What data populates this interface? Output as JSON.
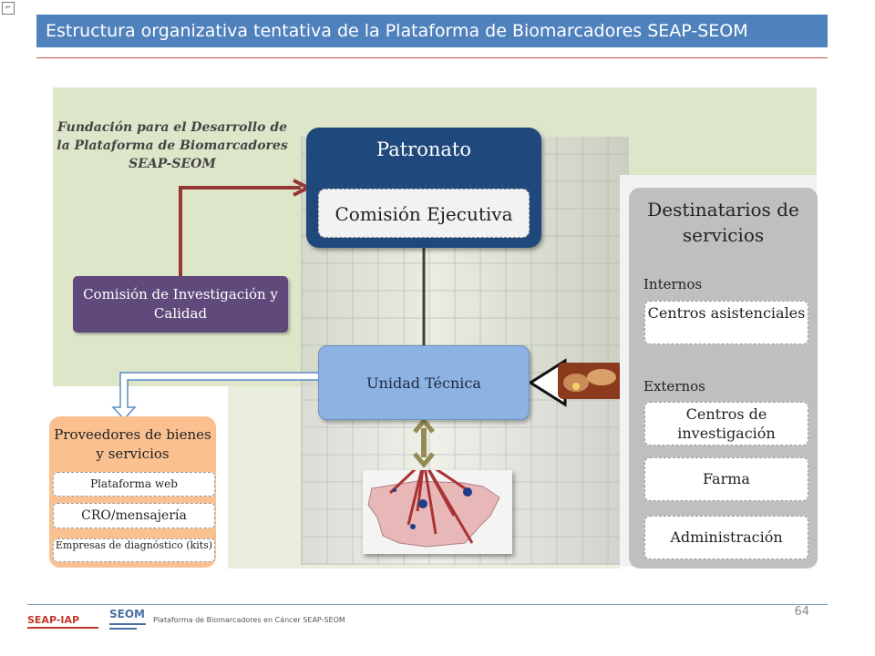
{
  "header": {
    "title": "Estructura organizativa tentativa de la Plataforma de Biomarcadores SEAP-SEOM",
    "corner_icon": "corner-bracket-icon"
  },
  "diagram": {
    "fundacion_label": "Fundación para el Desarrollo de la Plataforma de Biomarcadores SEAP-SEOM",
    "patronato": "Patronato",
    "comision_ejecutiva": "Comisión Ejecutiva",
    "comision_investigacion": "Comisión de Investigación y Calidad",
    "unidad_tecnica": "Unidad Técnica",
    "destinatarios": {
      "title": "Destinatarios de servicios",
      "internos_label": "Internos",
      "externos_label": "Externos",
      "items": [
        "Centros asistenciales",
        "Centros de investigación",
        "Farma",
        "Administración"
      ]
    },
    "proveedores": {
      "title": "Proveedores de bienes y servicios",
      "items": [
        "Plataforma web",
        "CRO/mensajería",
        "Empresas de diagnóstico (kits)"
      ]
    },
    "icons": [
      "building-background-image",
      "handshake-image",
      "spain-map-image",
      "double-arrow-icon",
      "block-arrow-left-icon",
      "bent-arrow-icon"
    ]
  },
  "colors": {
    "title_bar": "#4f81bd",
    "patronato": "#1f497d",
    "comision_investigacion": "#604a7b",
    "unidad_tecnica": "#8db3e2",
    "proveedores": "#fac090",
    "destinatarios": "#bfbfbf",
    "connector_arrow": "#953735"
  },
  "footer": {
    "page_number": "64",
    "text": "Plataforma de Biomarcadores en Cáncer SEAP-SEOM",
    "logo_seap": "SEAP-IAP",
    "logo_seom": "SEOM"
  }
}
